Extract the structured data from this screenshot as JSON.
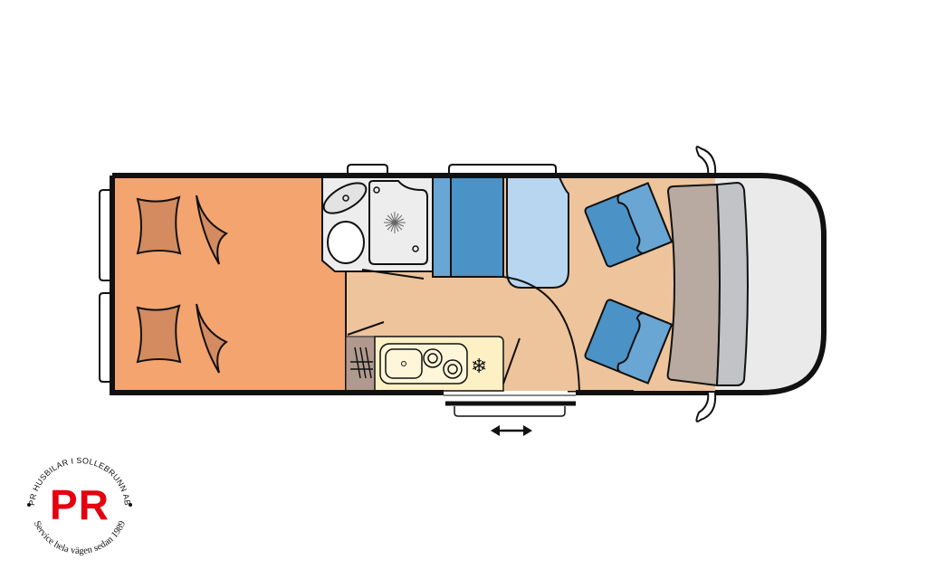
{
  "diagram": {
    "type": "motorhome-floor-plan",
    "colors": {
      "wall": "#111111",
      "bedroom_floor": "#f4a46f",
      "pillow": "#d38b5f",
      "living_floor": "#eec49c",
      "bathroom": "#ededed",
      "seat_dark_blue": "#4b92c6",
      "seat_mid_blue": "#6aa6d4",
      "seat_light_blue": "#b8d6f0",
      "cabin_bench": "#b8aaa0",
      "dashboard": "#c1c3c7",
      "cab_front": "#eaeaea",
      "kitchen_counter": "#fdf0c4",
      "storage_brown": "#b09a90",
      "logo_red": "#e3000f"
    },
    "areas": [
      {
        "id": "bedroom",
        "label": "Bed"
      },
      {
        "id": "bathroom",
        "label": "Washroom with shower, sink and toilet"
      },
      {
        "id": "dinette",
        "label": "Seating bench"
      },
      {
        "id": "kitchen",
        "label": "Kitchen with sink, 2-burner stove and fridge"
      },
      {
        "id": "cab",
        "label": "Cab with swivel seats"
      },
      {
        "id": "entry-door",
        "label": "Sliding door"
      }
    ],
    "symbols": {
      "fridge": "❄",
      "slide_arrow": "⟷"
    }
  },
  "logo": {
    "initials": "PR",
    "top_text": "PR HUSBILAR I SOLLEBRUNN AB",
    "bottom_text": "Service hela vägen sedan 1989"
  }
}
